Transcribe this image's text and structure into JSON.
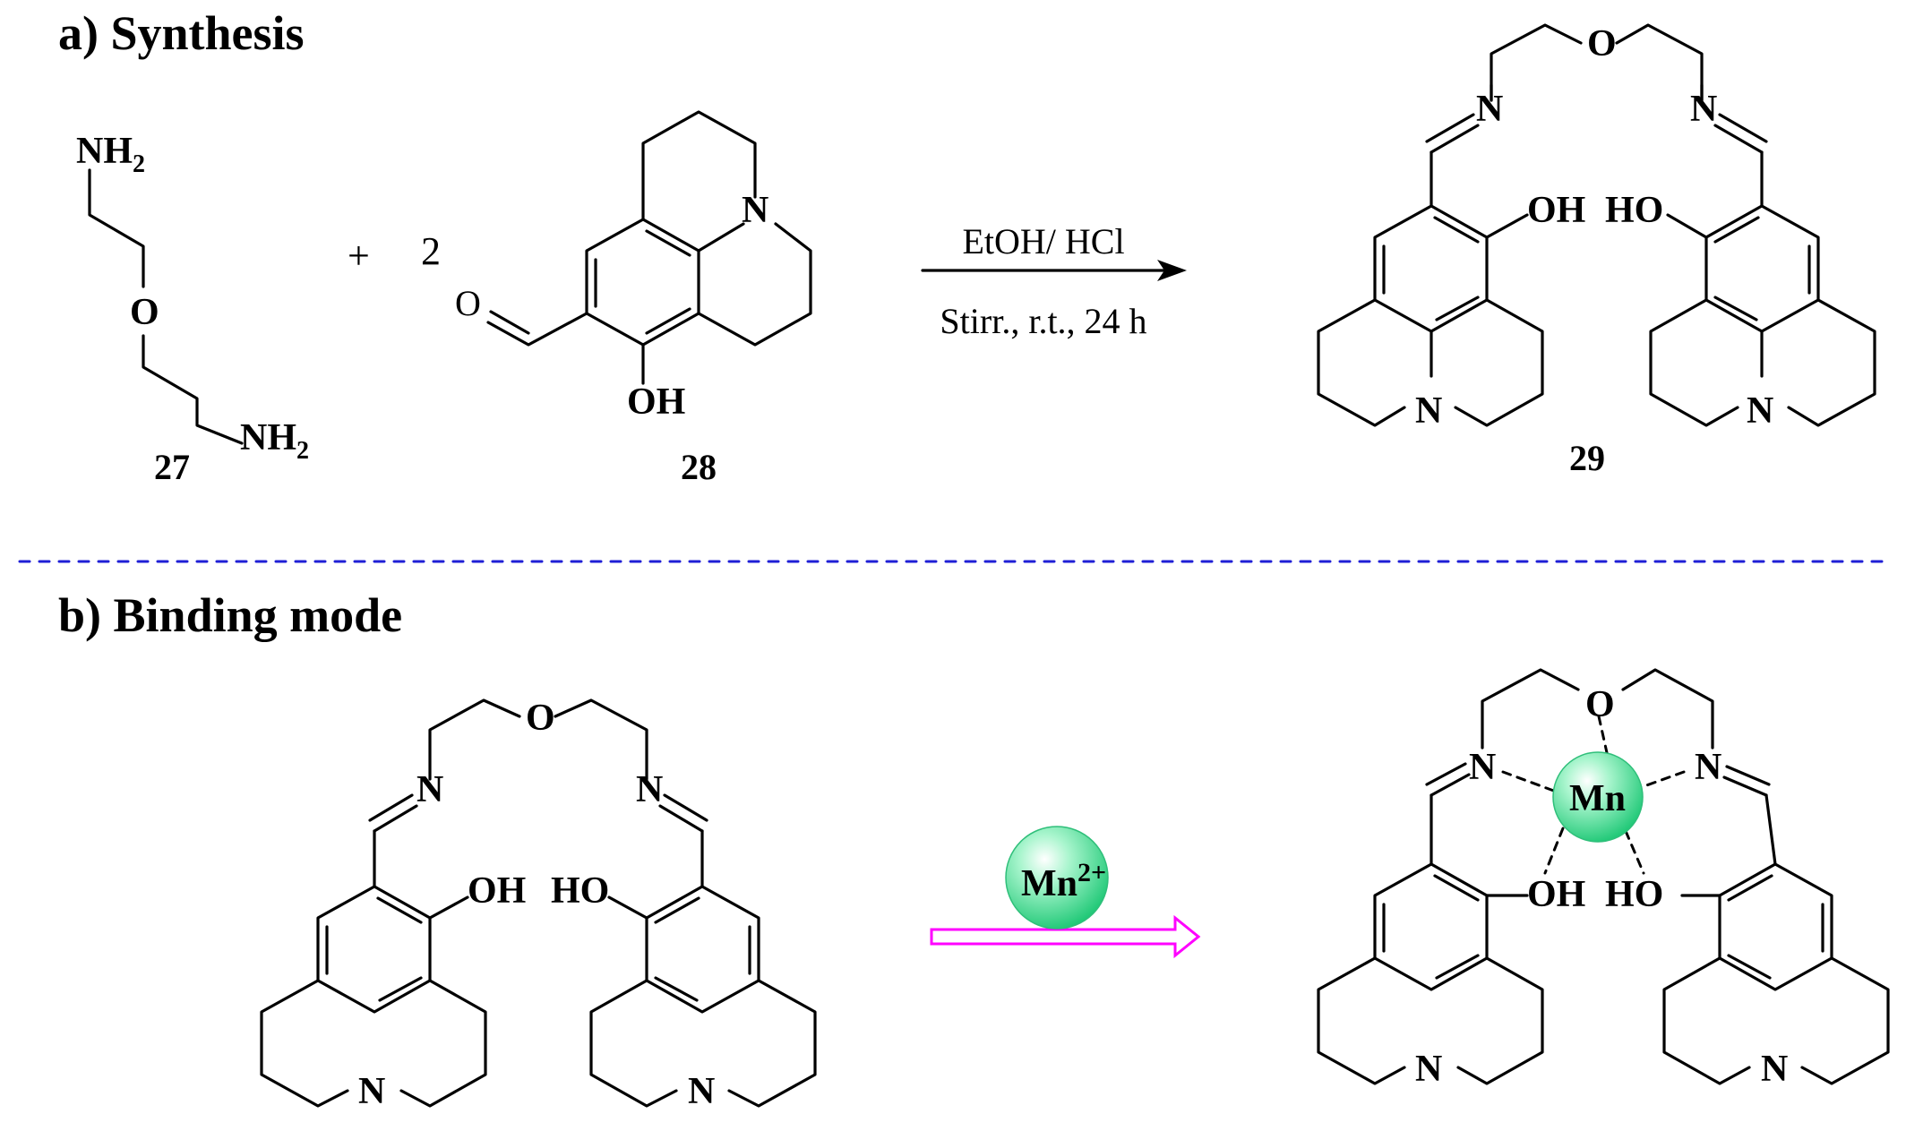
{
  "headers": {
    "synthesis": "a) Synthesis",
    "binding": "b) Binding mode"
  },
  "reaction": {
    "plus": "+",
    "coefficient": "2",
    "conditions_top": "EtOH/ HCl",
    "conditions_bottom": "Stirr., r.t., 24 h"
  },
  "compounds": {
    "amine_label": "27",
    "aldehyde_label": "28",
    "product_label": "29",
    "amine_group": "NH",
    "amine_subscript": "2"
  },
  "atoms": {
    "N": "N",
    "O": "O",
    "OH": "OH",
    "HO": "HO"
  },
  "metal": {
    "ion": "Mn",
    "charge": "2+",
    "center": "Mn"
  },
  "colors": {
    "oxygen": "#ff0000",
    "nitrogen": "#0000ff",
    "separator": "#1f1fd6",
    "arrow": "#ff00ff",
    "metal": "#3ee08f"
  }
}
